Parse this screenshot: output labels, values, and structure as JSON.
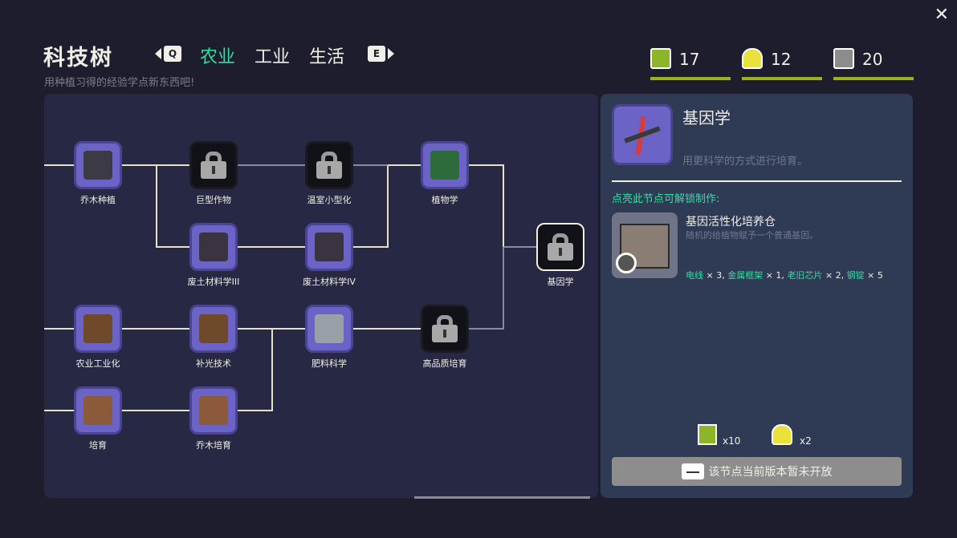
{
  "header": {
    "title": "科技树",
    "subtitle": "用种植习得的经验学点新东西吧!",
    "prev_key": "Q",
    "next_key": "E",
    "tabs": [
      {
        "label": "农业",
        "active": true
      },
      {
        "label": "工业",
        "active": false
      },
      {
        "label": "生活",
        "active": false
      }
    ]
  },
  "resources": [
    {
      "icon": "sprout-icon",
      "value": "17"
    },
    {
      "icon": "lightbulb-icon",
      "value": "12"
    },
    {
      "icon": "wrench-icon",
      "value": "20"
    }
  ],
  "close_icon": "✕",
  "nodes": [
    {
      "label": "乔木种植",
      "state": "unlocked"
    },
    {
      "label": "巨型作物",
      "state": "locked"
    },
    {
      "label": "温室小型化",
      "state": "locked"
    },
    {
      "label": "植物学",
      "state": "unlocked"
    },
    {
      "label": "废土材料学III",
      "state": "unlocked"
    },
    {
      "label": "废土材料学IV",
      "state": "unlocked"
    },
    {
      "label": "基因学",
      "state": "selected"
    },
    {
      "label": "农业工业化",
      "state": "unlocked"
    },
    {
      "label": "补光技术",
      "state": "unlocked"
    },
    {
      "label": "肥料科学",
      "state": "unlocked"
    },
    {
      "label": "高品质培育",
      "state": "locked"
    },
    {
      "label": "培育",
      "state": "unlocked"
    },
    {
      "label": "乔木培育",
      "state": "unlocked"
    }
  ],
  "detail": {
    "name": "基因学",
    "desc": "用更科学的方式进行培育。",
    "unlock_heading": "点亮此节点可解锁制作:",
    "recipe": {
      "name": "基因活性化培养仓",
      "desc": "随机的给植物赋予一个普通基因。",
      "materials": [
        {
          "name": "电线",
          "qty": "× 3,"
        },
        {
          "name": "金属框架",
          "qty": "× 1,"
        },
        {
          "name": "老旧芯片",
          "qty": "× 2,"
        },
        {
          "name": "钢锭",
          "qty": "× 5"
        }
      ]
    },
    "cost": [
      {
        "icon": "sprout-icon",
        "qty": "x10"
      },
      {
        "icon": "lightbulb-icon",
        "qty": "x2"
      }
    ],
    "button": "该节点当前版本暂未开放"
  },
  "colors": {
    "accent": "#2fe0a0",
    "bar": "#9ab21c",
    "node": "#6b63c5"
  }
}
